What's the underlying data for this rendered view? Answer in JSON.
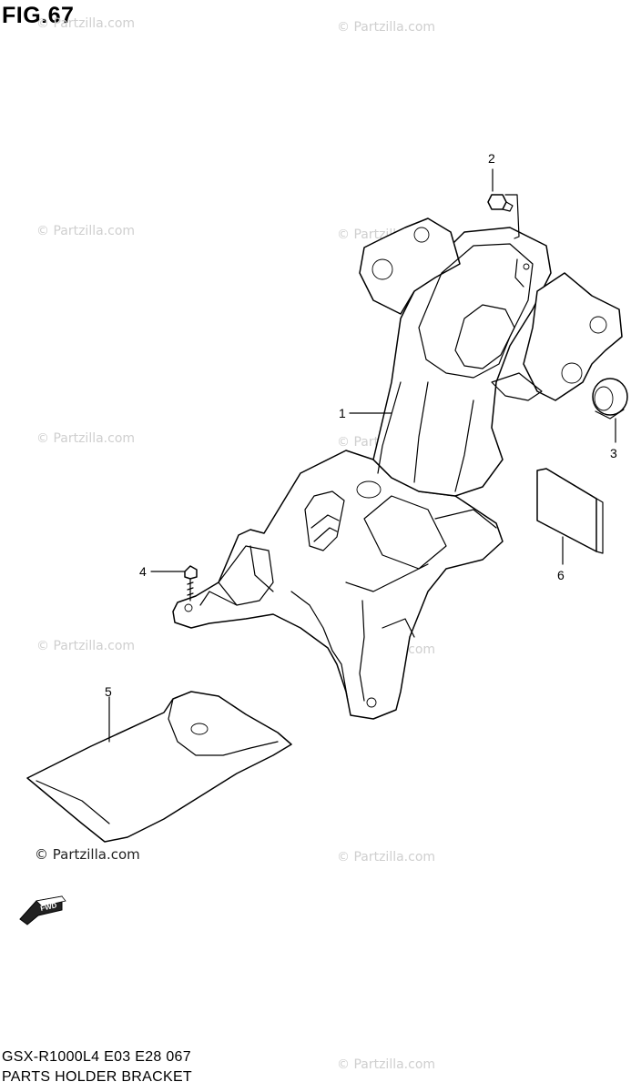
{
  "figure": {
    "title": "FIG.67"
  },
  "watermark": {
    "text": "© Partzilla.com"
  },
  "callouts": [
    {
      "number": "1"
    },
    {
      "number": "2"
    },
    {
      "number": "3"
    },
    {
      "number": "4"
    },
    {
      "number": "5"
    },
    {
      "number": "6"
    }
  ],
  "fwd_label": "FWD",
  "footer": {
    "model_code": "GSX-R1000L4  E03  E28  067",
    "part_group": "PARTS HOLDER BRACKET"
  }
}
